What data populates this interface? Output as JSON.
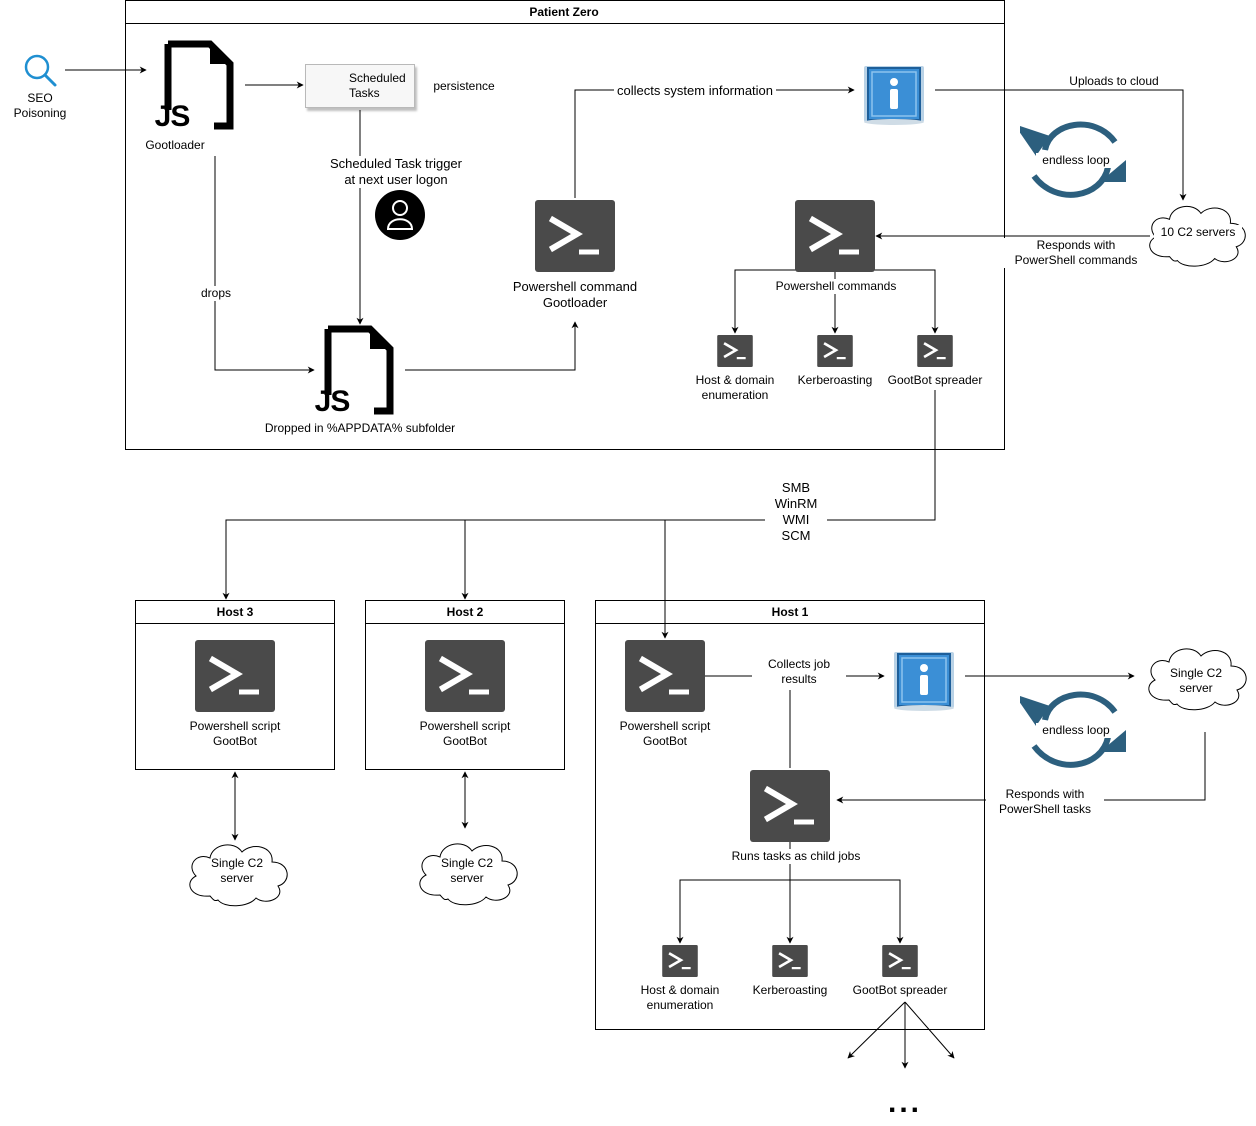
{
  "containers": {
    "patient_zero": "Patient Zero",
    "host3": "Host 3",
    "host2": "Host 2",
    "host1": "Host 1"
  },
  "nodes": {
    "seo_poisoning": "SEO\nPoisoning",
    "gootloader": "Gootloader",
    "scheduled_tasks": "Scheduled\nTasks",
    "persistence": "persistence",
    "scheduled_trigger": "Scheduled Task trigger\nat next user logon",
    "drops": "drops",
    "dropped_js": "Dropped in %APPDATA% subfolder",
    "ps_command_gootloader": "Powershell command\nGootloader",
    "collects_system_info": "collects system information",
    "uploads_to_cloud": "Uploads to cloud",
    "endless_loop_1": "endless loop",
    "c2_servers_10": "10 C2 servers",
    "responds_ps_commands": "Responds with\nPowerShell commands",
    "powershell_commands": "Powershell commands",
    "pz_host_domain_enum": "Host & domain\nenumeration",
    "pz_kerberoasting": "Kerberoasting",
    "pz_gootbot_spreader": "GootBot spreader",
    "protocols": "SMB\nWinRM\nWMI\nSCM",
    "h3_ps_script": "Powershell script\nGootBot",
    "h3_c2": "Single C2\nserver",
    "h2_ps_script": "Powershell script\nGootBot",
    "h2_c2": "Single C2\nserver",
    "h1_ps_script": "Powershell script\nGootBot",
    "collects_job_results": "Collects job\nresults",
    "h1_c2": "Single C2\nserver",
    "endless_loop_2": "endless loop",
    "responds_ps_tasks": "Responds with\nPowerShell tasks",
    "runs_tasks_child_jobs": "Runs tasks as child jobs",
    "h1_host_domain_enum": "Host & domain\nenumeration",
    "h1_kerberoasting": "Kerberoasting",
    "h1_gootbot_spreader": "GootBot spreader",
    "continuation": "..."
  },
  "icons": {
    "js_file": "JS",
    "search": "search-icon",
    "powershell": "powershell-icon",
    "info": "info-icon",
    "user": "user-icon",
    "refresh": "refresh-loop-icon",
    "cloud": "cloud-icon",
    "clock": "clock-icon"
  },
  "colors": {
    "line": "#000000",
    "powershell_tile": "#4a4a4a",
    "loop_arrow": "#2c5f7e",
    "search_icon": "#1f8fd1",
    "info_blue": "#3b8fd6"
  }
}
